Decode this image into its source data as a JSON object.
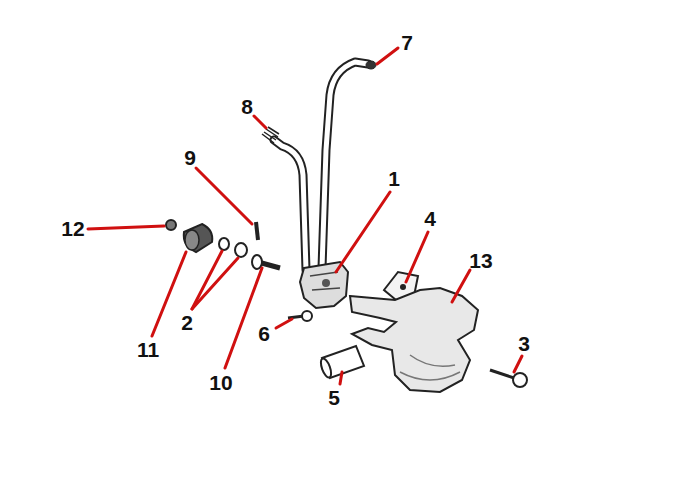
{
  "diagram": {
    "labels": [
      "7",
      "8",
      "1",
      "9",
      "12",
      "4",
      "13",
      "2",
      "11",
      "6",
      "10",
      "3",
      "5"
    ]
  }
}
